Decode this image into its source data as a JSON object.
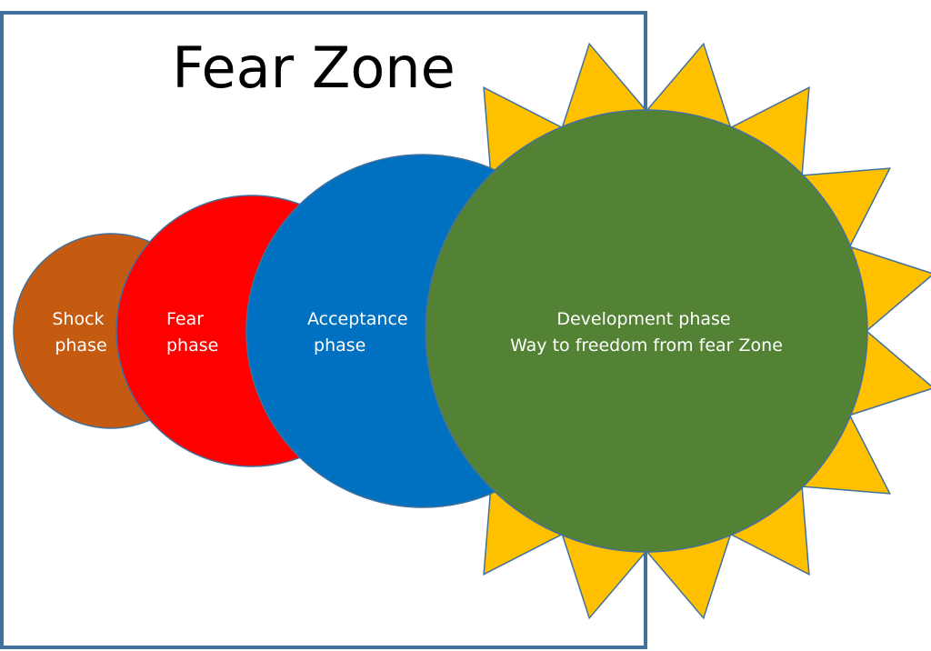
{
  "title": "Fear Zone",
  "phases": [
    {
      "id": "shock",
      "lines": [
        "Shock",
        "phase"
      ],
      "color": "#C55A11"
    },
    {
      "id": "fear",
      "lines": [
        "Fear",
        "phase"
      ],
      "color": "#FF0000"
    },
    {
      "id": "acceptance",
      "lines": [
        "Acceptance",
        " phase"
      ],
      "color": "#0070C0"
    },
    {
      "id": "development",
      "lines": [
        "Development phase",
        "Way to freedom from fear Zone"
      ],
      "color": "#548235"
    }
  ],
  "colors": {
    "zone_border": "#41719C",
    "sun_rays": "#FFC000",
    "shape_outline": "#41719C",
    "text_light": "#FFFFFF",
    "title_text": "#000000"
  }
}
